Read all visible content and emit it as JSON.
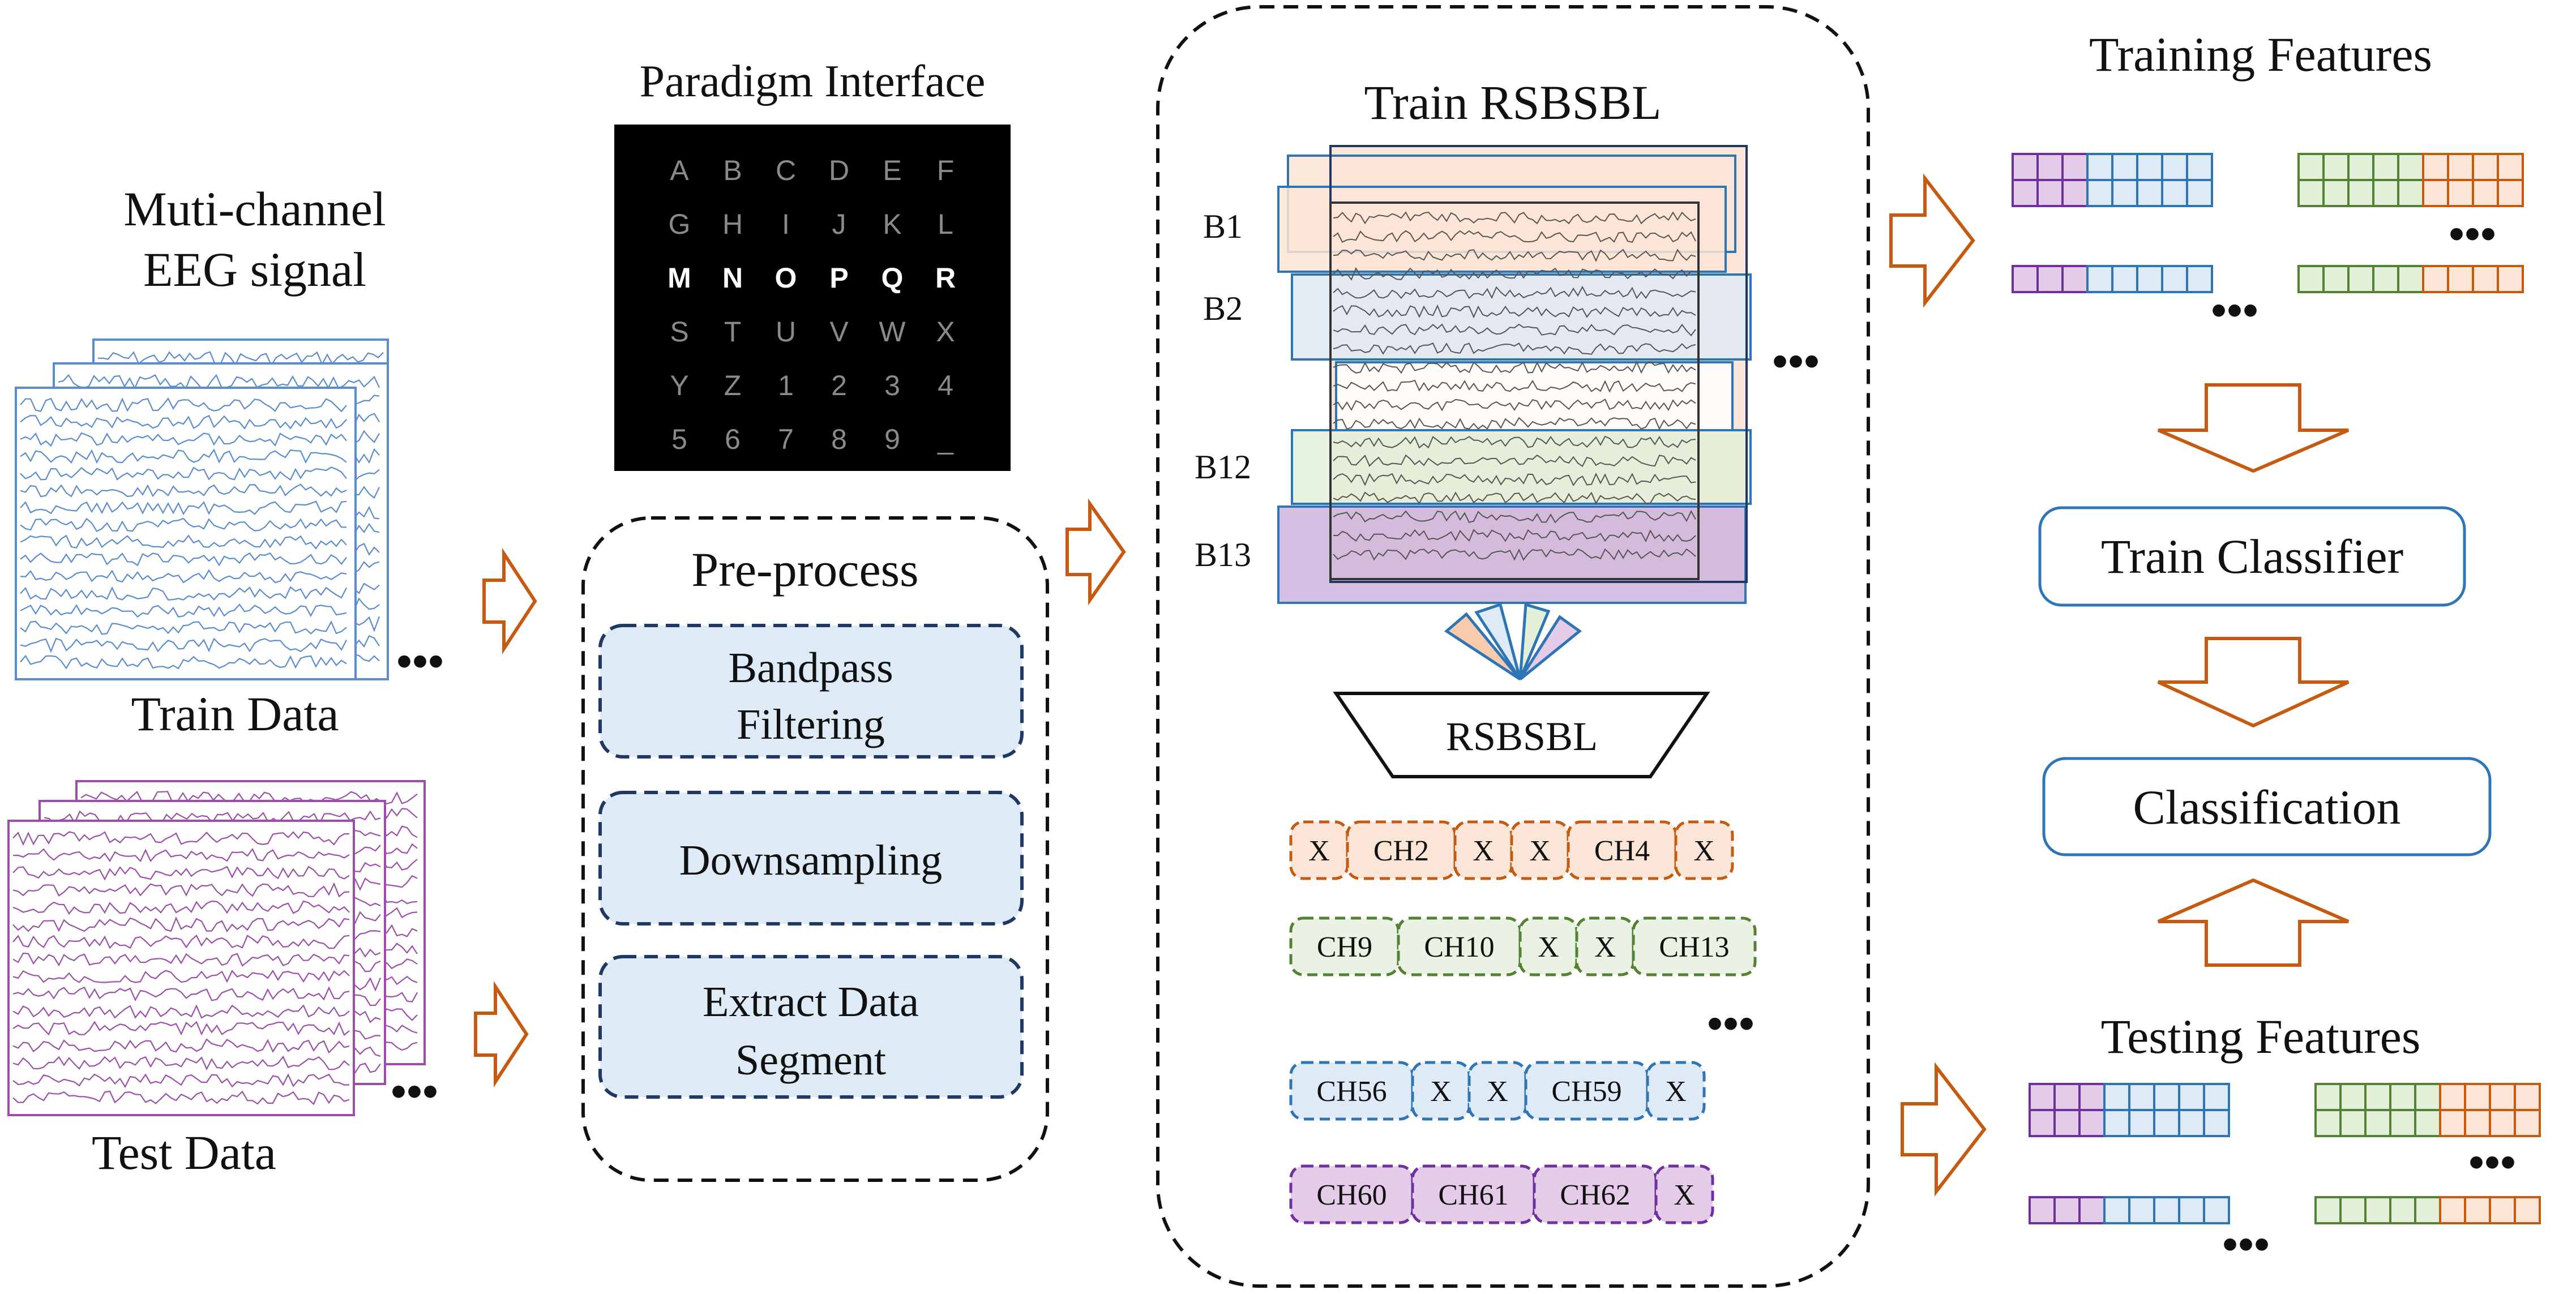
{
  "labels": {
    "eeg_title_line1": "Muti-channel",
    "eeg_title_line2": "EEG signal",
    "train_data": "Train Data",
    "test_data": "Test Data",
    "paradigm_title": "Paradigm Interface",
    "preprocess_title": "Pre-process",
    "train_rsbsbl_title": "Train RSBSBL",
    "rsbsbl_block": "RSBSBL",
    "training_features": "Training Features",
    "testing_features": "Testing Features",
    "ellipsis": "•••"
  },
  "paradigm": {
    "rows": [
      [
        "A",
        "B",
        "C",
        "D",
        "E",
        "F"
      ],
      [
        "G",
        "H",
        "I",
        "J",
        "K",
        "L"
      ],
      [
        "M",
        "N",
        "O",
        "P",
        "Q",
        "R"
      ],
      [
        "S",
        "T",
        "U",
        "V",
        "W",
        "X"
      ],
      [
        "Y",
        "Z",
        "1",
        "2",
        "3",
        "4"
      ],
      [
        "5",
        "6",
        "7",
        "8",
        "9",
        "_"
      ]
    ],
    "highlighted_row": 2,
    "dim_color": "#8a8a8a",
    "highlight_color": "#ffffff",
    "background": "#000000"
  },
  "preprocess_steps": [
    {
      "lines": [
        "Bandpass",
        "Filtering"
      ]
    },
    {
      "lines": [
        "Downsampling"
      ]
    },
    {
      "lines": [
        "Extract Data",
        "Segment"
      ]
    }
  ],
  "bands": {
    "labels": [
      "B1",
      "B2",
      "B12",
      "B13"
    ]
  },
  "channel_rows": [
    {
      "color": "#c55a11",
      "fill": "#fbe5d6",
      "cells": [
        "X",
        "CH2",
        "X",
        "X",
        "CH4",
        "X"
      ]
    },
    {
      "color": "#548235",
      "fill": "#eaf3e3",
      "cells": [
        "CH9",
        "CH10",
        "X",
        "X",
        "CH13"
      ]
    },
    {
      "color": "#2e75b6",
      "fill": "#deebf7",
      "cells": [
        "CH56",
        "X",
        "X",
        "CH59",
        "X"
      ]
    },
    {
      "color": "#7030a0",
      "fill": "#e4cce8",
      "cells": [
        "CH60",
        "CH61",
        "CH62",
        "X"
      ]
    }
  ],
  "classifier": {
    "train_label": "Train Classifier",
    "classify_label": "Classification"
  },
  "colors": {
    "accent_arrow": "#c55a11",
    "train_signal": "#5b8bd0",
    "test_signal": "#9b4fa8",
    "dashed_border": "#111111",
    "step_fill": "#deebf7",
    "step_border": "#1f3864",
    "classifier_border": "#2e75b6",
    "feat_purple": "#7030a0",
    "feat_blue": "#2e75b6",
    "feat_green": "#548235",
    "feat_orange": "#c55a11"
  }
}
